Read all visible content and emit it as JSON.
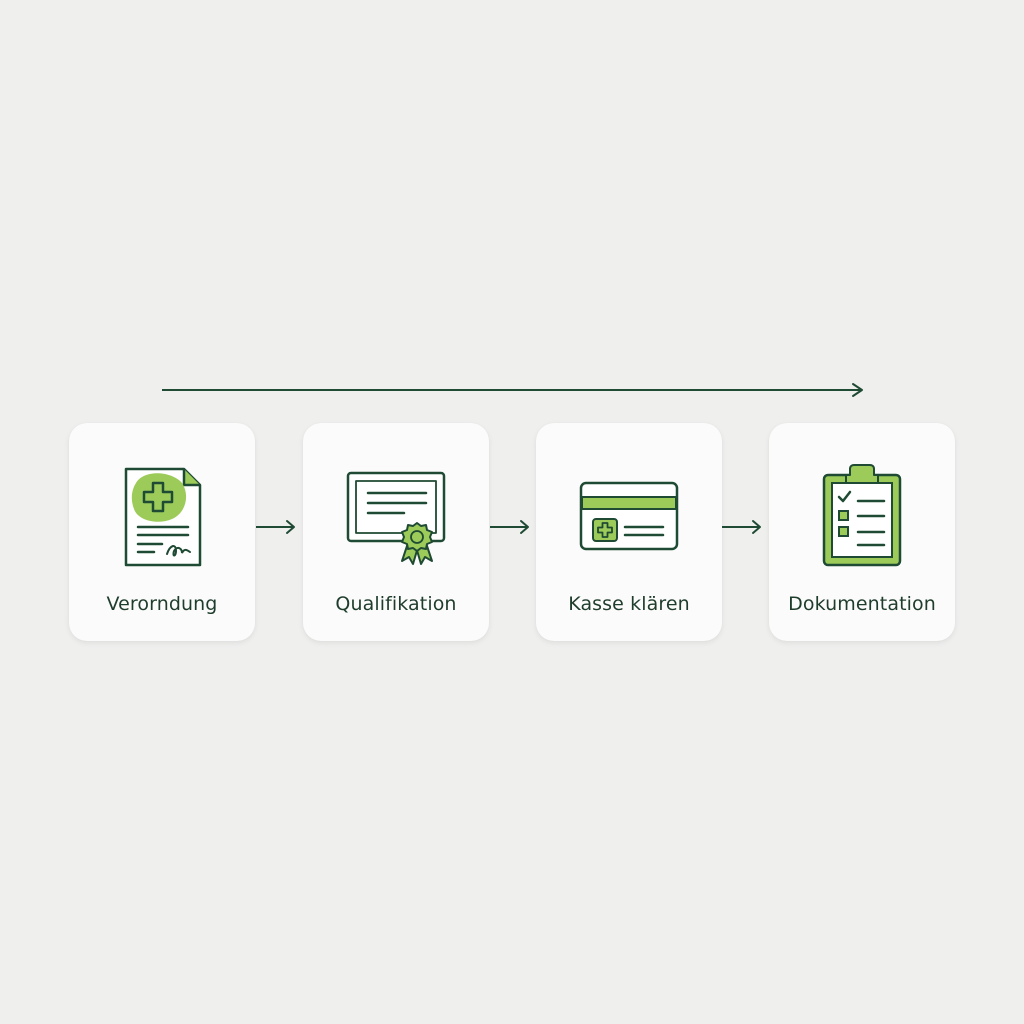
{
  "colors": {
    "background": "#efefee",
    "card": "#fbfbfb",
    "line": "#1f4a33",
    "accent": "#9ccb5a",
    "text": "#1f3d2c"
  },
  "steps": [
    {
      "label": "Verorndung",
      "icon": "prescription-document-icon"
    },
    {
      "label": "Qualifikation",
      "icon": "certificate-icon"
    },
    {
      "label": "Kasse klären",
      "icon": "insurance-card-icon"
    },
    {
      "label": "Dokumentation",
      "icon": "clipboard-checklist-icon"
    }
  ]
}
